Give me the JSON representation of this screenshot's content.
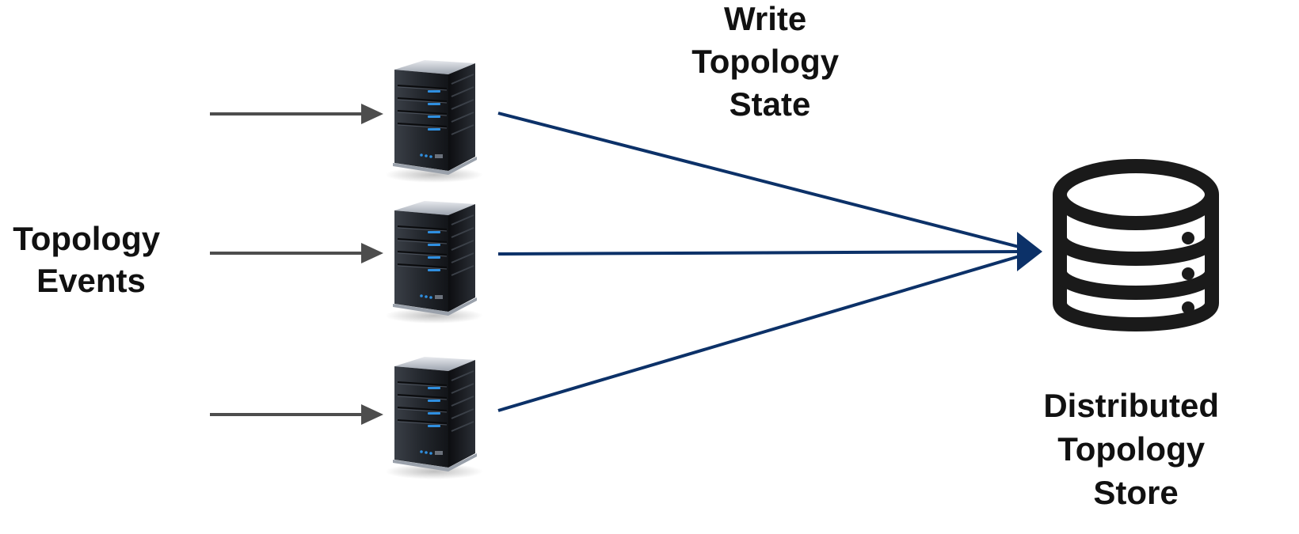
{
  "labels": {
    "input": [
      "Topology",
      "Events"
    ],
    "write": [
      "Write",
      "Topology",
      "State"
    ],
    "store": [
      "Distributed",
      "Topology",
      "Store"
    ]
  },
  "nodes": {
    "servers": [
      {
        "id": "server-1",
        "icon": "server-icon"
      },
      {
        "id": "server-2",
        "icon": "server-icon"
      },
      {
        "id": "server-3",
        "icon": "server-icon"
      }
    ],
    "store": {
      "id": "distributed-topology-store",
      "icon": "database-icon"
    }
  },
  "colors": {
    "input_arrow": "#4d4d4d",
    "write_arrow": "#0c3168",
    "server_body": "#1c1f24",
    "server_led": "#2f8fe0",
    "database": "#1a1a1a",
    "text": "#111111"
  }
}
